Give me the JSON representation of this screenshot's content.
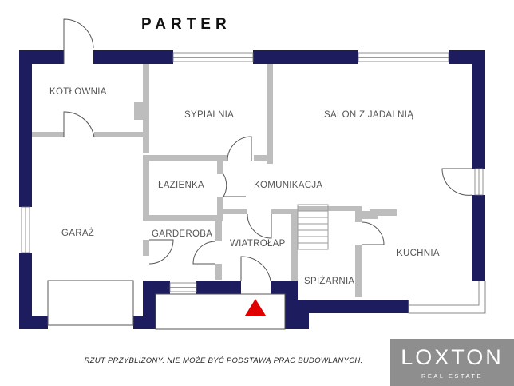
{
  "title": "PARTER",
  "rooms": {
    "kotlownia": "KOTŁOWNIA",
    "sypialnia": "SYPIALNIA",
    "salon": "SALON Z JADALNIĄ",
    "lazienka": "ŁAZIENKA",
    "komunikacja": "KOMUNIKACJA",
    "garaz": "GARAŻ",
    "garderoba": "GARDEROBA",
    "wiatrolap": "WIATROŁAP",
    "spizarnia": "SPIŻARNIA",
    "kuchnia": "KUCHNIA"
  },
  "disclaimer": "RZUT  PRZYBLIŻONY.  NIE  MOŻE  BYĆ  PODSTAWĄ  PRAC  BUDOWLANYCH.",
  "logo": {
    "name": "LOXTON",
    "subtitle": "REAL ESTATE"
  },
  "colors": {
    "exterior_wall": "#1c1c5e",
    "interior_wall": "#bdbdbd",
    "entrance_marker": "#e00000",
    "logo_background": "#8e8e8e"
  }
}
